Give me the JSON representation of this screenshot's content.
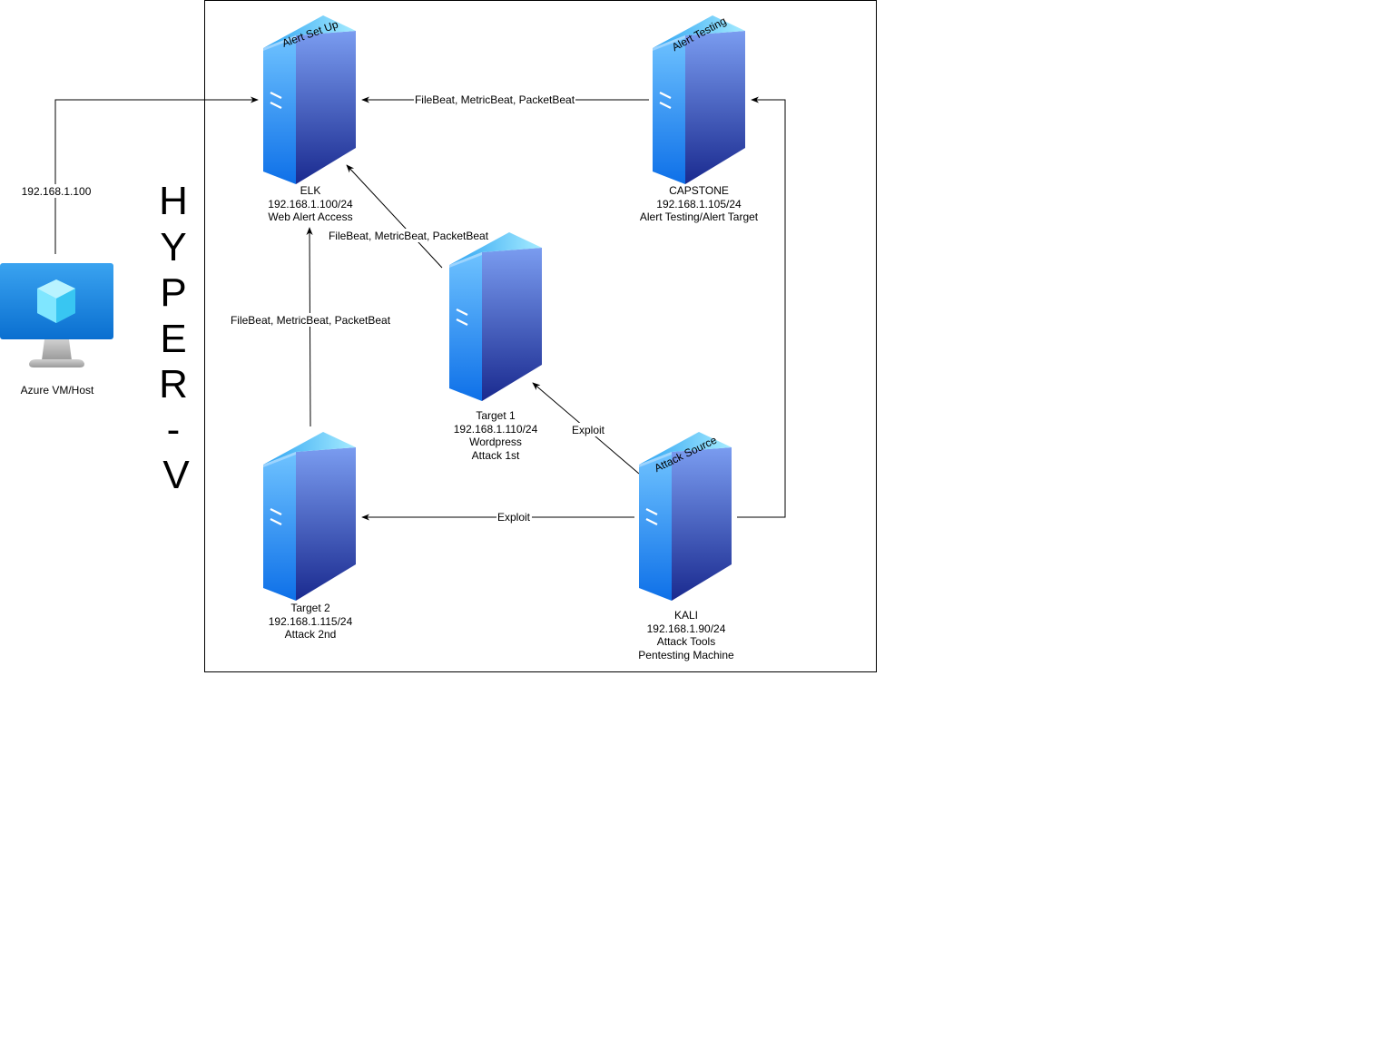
{
  "boundary": {
    "label": "HYPER-V",
    "letters": [
      "H",
      "Y",
      "P",
      "E",
      "R",
      "-",
      "V"
    ]
  },
  "colors": {
    "server_top_light": "#8fe3ff",
    "server_top_dark": "#3fb6f5",
    "server_front_top": "#3ea8ff",
    "server_front_bottom": "#0e70e8",
    "server_side_top": "#5a7fe0",
    "server_side_bottom": "#1a2a8f",
    "monitor_screen_top": "#3aa3f0",
    "monitor_screen_bottom": "#0a6fd0",
    "monitor_stand": "#b8b8b8",
    "cube": "#7fe6ff"
  },
  "host": {
    "icon": "azure-vm-monitor-icon",
    "label": "Azure VM/Host",
    "link_label": "192.168.1.100"
  },
  "servers": {
    "elk": {
      "top_label": "Alert Set Up",
      "lines": [
        "ELK",
        "192.168.1.100/24",
        "Web Alert Access"
      ]
    },
    "capstone": {
      "top_label": "Alert Testing",
      "lines": [
        "CAPSTONE",
        "192.168.1.105/24",
        "Alert Testing/Alert Target"
      ]
    },
    "target1": {
      "top_label": "",
      "lines": [
        "Target 1",
        "192.168.1.110/24",
        "Wordpress",
        "Attack 1st"
      ]
    },
    "target2": {
      "top_label": "",
      "lines": [
        "Target 2",
        "192.168.1.115/24",
        "Attack 2nd"
      ]
    },
    "kali": {
      "top_label": "Attack Source",
      "lines": [
        "KALI",
        "192.168.1.90/24",
        "Attack Tools",
        "Pentesting Machine"
      ]
    }
  },
  "edges": {
    "capstone_to_elk": "FileBeat, MetricBeat, PacketBeat",
    "target1_to_elk": "FileBeat, MetricBeat, PacketBeat",
    "target2_to_elk": "FileBeat, MetricBeat, PacketBeat",
    "kali_to_target1": "Exploit",
    "kali_to_target2": "Exploit"
  }
}
